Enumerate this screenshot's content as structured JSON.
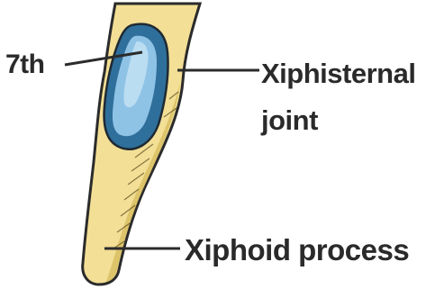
{
  "labels": {
    "rib": "7th",
    "joint_line1": "Xiphisternal",
    "joint_line2": "joint",
    "process": "Xiphoid process"
  },
  "colors": {
    "bone": "#f3df95",
    "bone_shadow": "#d8bf63",
    "outline": "#2b2b2b",
    "cartilage_dark": "#2f6f9b",
    "cartilage_light": "#8fc3e6",
    "text": "#2a2a2a"
  }
}
